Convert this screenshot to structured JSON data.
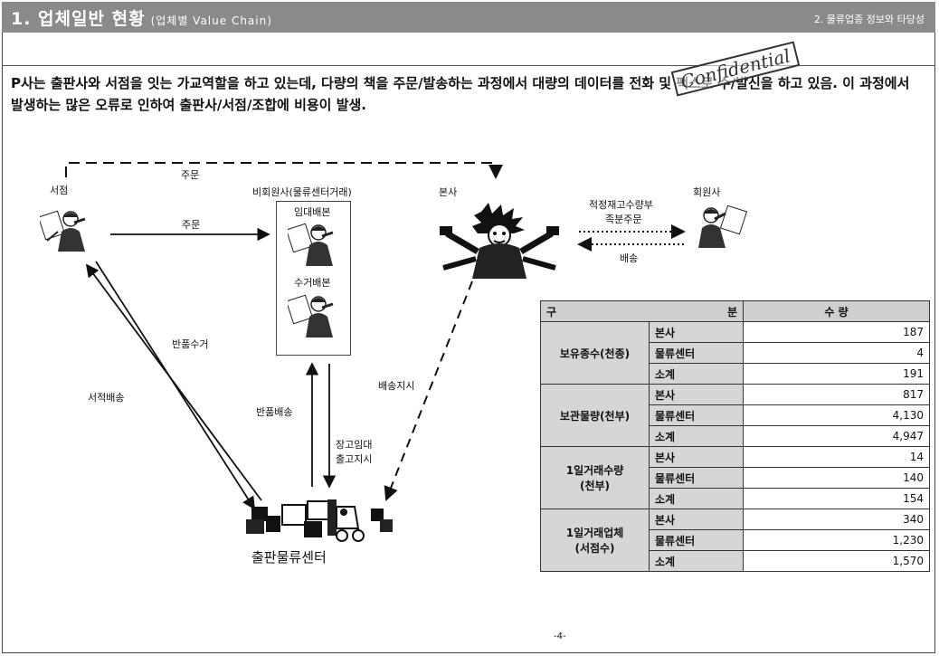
{
  "header": {
    "title": "1. 업체일반 현황",
    "subtitle": "(업체별 Value Chain)",
    "right": "2. 물류업종 정보와 타당성"
  },
  "intro": "P사는 출판사와 서점을 잇는 가교역할을 하고 있는데, 다량의 책을 주문/발송하는 과정에서 대량의 데이터를 전화 및 팩스로 수/발신을 하고 있음. 이 과정에서 발생하는 많은 오류로 인하여 출판사/서점/조합에 비용이 발생.",
  "stamp": "Confidential",
  "diagram": {
    "order_top": "주문",
    "bookstore": "서점",
    "order_mid": "주문",
    "partner_box_title": "비회원사(물류센터거래)",
    "rental": "임대배본",
    "collect": "수거배본",
    "hq": "본사",
    "member": "회원사",
    "member_link_line1": "적정재고수량부",
    "member_link_line2": "족분주문",
    "delivery": "배송",
    "return_collect": "반품수거",
    "book_delivery": "서적배송",
    "shipping_order": "배송지시",
    "return_delivery": "반품배송",
    "warehouse_line1": "장고임대",
    "warehouse_line2": "출고지시",
    "logistics_center": "출판물류센터"
  },
  "table": {
    "head_cat": "구",
    "head_div": "분",
    "head_qty": "수 량",
    "groups": [
      {
        "name": "보유종수(천종)",
        "rows": [
          {
            "sub": "본사",
            "value": "187"
          },
          {
            "sub": "물류센터",
            "value": "4"
          },
          {
            "sub": "소계",
            "value": "191"
          }
        ]
      },
      {
        "name": "보관물량(천부)",
        "rows": [
          {
            "sub": "본사",
            "value": "817"
          },
          {
            "sub": "물류센터",
            "value": "4,130"
          },
          {
            "sub": "소계",
            "value": "4,947"
          }
        ]
      },
      {
        "name": "1일거래수량\n(천부)",
        "rows": [
          {
            "sub": "본사",
            "value": "14"
          },
          {
            "sub": "물류센터",
            "value": "140"
          },
          {
            "sub": "소계",
            "value": "154"
          }
        ]
      },
      {
        "name": "1일거래업체\n(서점수)",
        "rows": [
          {
            "sub": "본사",
            "value": "340"
          },
          {
            "sub": "물류센터",
            "value": "1,230"
          },
          {
            "sub": "소계",
            "value": "1,570"
          }
        ]
      }
    ]
  },
  "page_number": "-4-"
}
